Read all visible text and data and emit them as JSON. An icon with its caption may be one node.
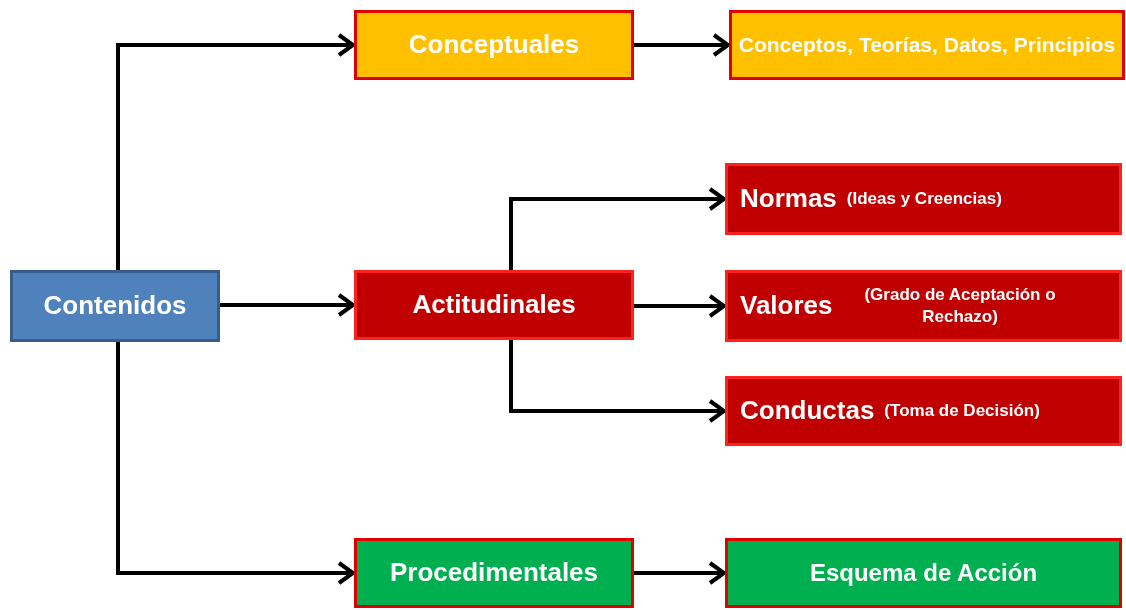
{
  "diagram": {
    "nodes": [
      {
        "text": [
          "Contenidos"
        ]
      },
      {
        "text": [
          "Conceptuales"
        ]
      },
      {
        "text": [
          "Conceptos, Teorías, Datos, Principios"
        ]
      },
      {
        "text": [
          "Actitudinales"
        ]
      },
      {
        "text": [
          "Normas",
          "(Ideas y Creencias)"
        ]
      },
      {
        "text": [
          "Valores",
          "(Grado de Aceptación o Rechazo)"
        ]
      },
      {
        "text": [
          "Conductas",
          "(Toma de Decisión)"
        ]
      },
      {
        "text": [
          "Procedimentales"
        ]
      },
      {
        "text": [
          "Esquema de Acción"
        ]
      }
    ],
    "edges": [
      {
        "from": 0,
        "to": 1,
        "arrow": "to"
      },
      {
        "from": 0,
        "to": 3,
        "arrow": "to"
      },
      {
        "from": 0,
        "to": 7,
        "arrow": "to"
      },
      {
        "from": 1,
        "to": 2,
        "arrow": "to"
      },
      {
        "from": 3,
        "to": 4,
        "arrow": "to"
      },
      {
        "from": 3,
        "to": 5,
        "arrow": "to"
      },
      {
        "from": 3,
        "to": 6,
        "arrow": "to"
      },
      {
        "from": 7,
        "to": 8,
        "arrow": "to"
      }
    ]
  }
}
